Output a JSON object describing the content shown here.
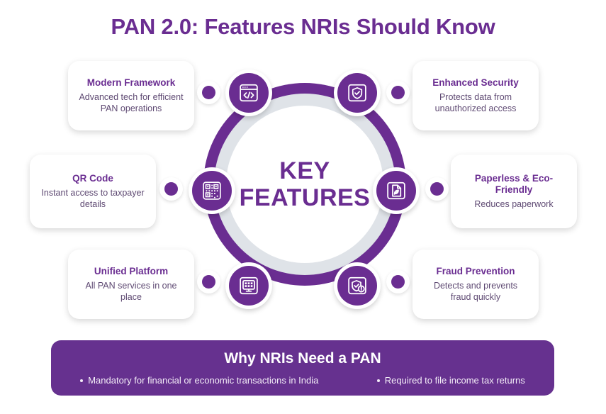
{
  "header": {
    "title": "PAN 2.0: Features NRIs Should Know"
  },
  "center": {
    "label_line1": "KEY",
    "label_line2": "FEATURES"
  },
  "features": [
    {
      "id": "modern-framework",
      "title": "Modern Framework",
      "desc": "Advanced tech for efficient PAN operations",
      "icon": "code-window-icon",
      "position": "top-left"
    },
    {
      "id": "enhanced-security",
      "title": "Enhanced Security",
      "desc": "Protects data from unauthorized access",
      "icon": "shield-check-icon",
      "position": "top-right"
    },
    {
      "id": "qr-code",
      "title": "QR Code",
      "desc": "Instant access to taxpayer details",
      "icon": "qr-code-icon",
      "position": "middle-left"
    },
    {
      "id": "paperless-eco-friendly",
      "title": "Paperless & Eco-Friendly",
      "desc": "Reduces paperwork",
      "icon": "document-leaf-icon",
      "position": "middle-right"
    },
    {
      "id": "unified-platform",
      "title": "Unified Platform",
      "desc": "All PAN services in one place",
      "icon": "monitor-grid-icon",
      "position": "bottom-left"
    },
    {
      "id": "fraud-prevention",
      "title": "Fraud Prevention",
      "desc": "Detects and prevents fraud quickly",
      "icon": "shield-alert-icon",
      "position": "bottom-right"
    }
  ],
  "footer": {
    "title": "Why NRIs Need a PAN",
    "points": [
      "Mandatory for financial or economic transactions in India",
      "Required to file income tax returns"
    ]
  },
  "colors": {
    "primary_purple": "#6A2D91",
    "footer_purple": "#66318F",
    "ring_grey": "#dfe3e8",
    "body_text": "#5f4a73",
    "white": "#ffffff"
  }
}
